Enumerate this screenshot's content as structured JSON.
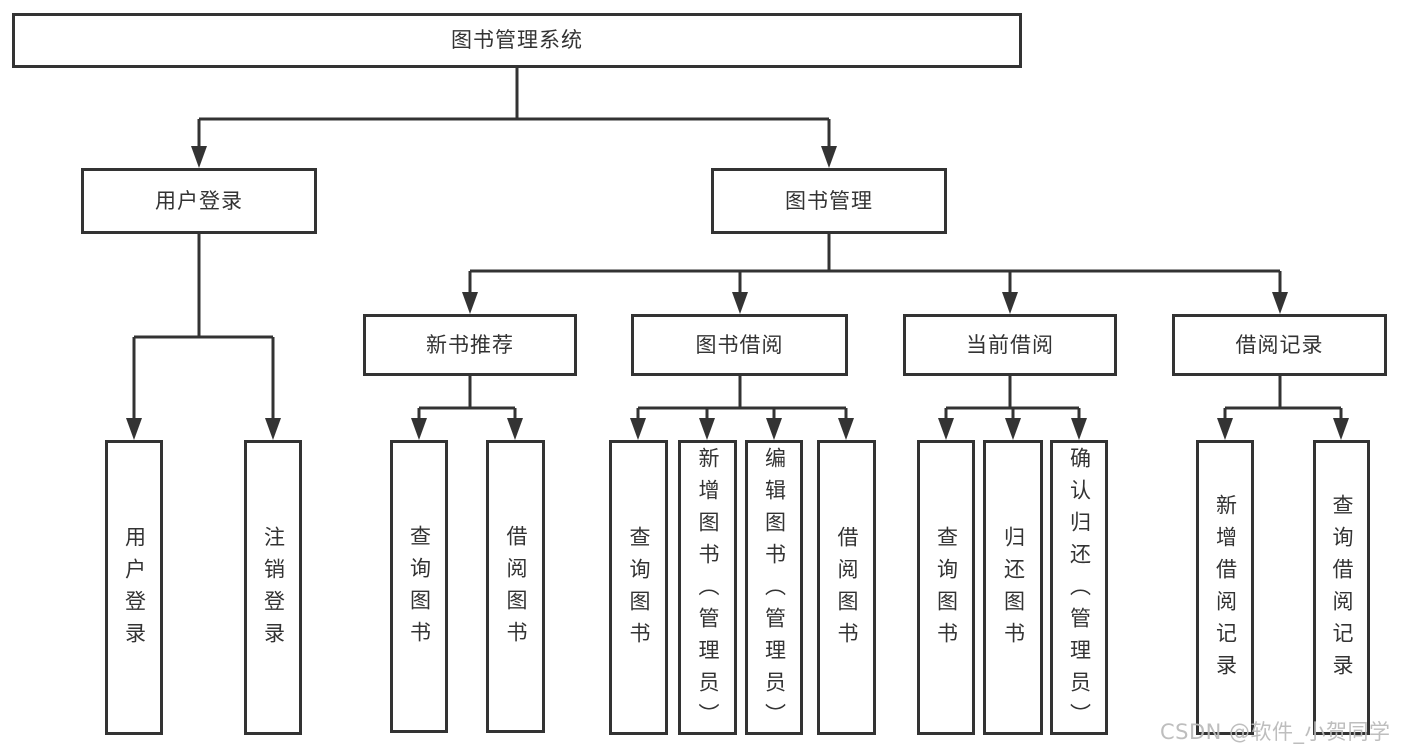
{
  "diagram": {
    "type": "tree",
    "title": "图书管理系统",
    "watermark": "CSDN @软件_小贺同学",
    "line_color": "#333333",
    "box_background": "#ffffff",
    "watermark_color": "#bababa",
    "nodes": {
      "root": {
        "label": "图书管理系统",
        "children": [
          "user_login_group",
          "book_mgmt"
        ]
      },
      "user_login_group": {
        "label": "用户登录",
        "children": [
          "user_login",
          "logout"
        ]
      },
      "book_mgmt": {
        "label": "图书管理",
        "children": [
          "new_book_rec",
          "book_borrow",
          "current_borrow",
          "borrow_records"
        ]
      },
      "new_book_rec": {
        "label": "新书推荐",
        "children": [
          "nbr_query",
          "nbr_borrow"
        ]
      },
      "book_borrow": {
        "label": "图书借阅",
        "children": [
          "bb_query",
          "bb_add",
          "bb_edit",
          "bb_borrow"
        ]
      },
      "current_borrow": {
        "label": "当前借阅",
        "children": [
          "cb_query",
          "cb_return",
          "cb_confirm"
        ]
      },
      "borrow_records": {
        "label": "借阅记录",
        "children": [
          "br_add",
          "br_query"
        ]
      },
      "user_login": {
        "label": "用户登录",
        "children": []
      },
      "logout": {
        "label": "注销登录",
        "children": []
      },
      "nbr_query": {
        "label": "查询图书",
        "children": []
      },
      "nbr_borrow": {
        "label": "借阅图书",
        "children": []
      },
      "bb_query": {
        "label": "查询图书",
        "children": []
      },
      "bb_add": {
        "label": "新增图书（管理员）",
        "children": []
      },
      "bb_edit": {
        "label": "编辑图书（管理员）",
        "children": []
      },
      "bb_borrow": {
        "label": "借阅图书",
        "children": []
      },
      "cb_query": {
        "label": "查询图书",
        "children": []
      },
      "cb_return": {
        "label": "归还图书",
        "children": []
      },
      "cb_confirm": {
        "label": "确认归还（管理员）",
        "children": []
      },
      "br_add": {
        "label": "新增借阅记录",
        "children": []
      },
      "br_query": {
        "label": "查询借阅记录",
        "children": []
      }
    }
  }
}
